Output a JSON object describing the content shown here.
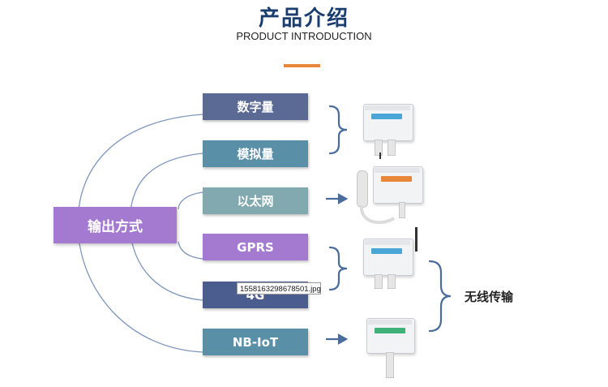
{
  "header": {
    "title": "产品介绍",
    "subtitle": "PRODUCT INTRODUCTION"
  },
  "hub": {
    "label": "输出方式"
  },
  "modes": [
    {
      "label": "数字量",
      "color": "#5a6a95"
    },
    {
      "label": "模拟量",
      "color": "#5a8fa8"
    },
    {
      "label": "以太网",
      "color": "#82a9b0"
    },
    {
      "label": "GPRS",
      "color": "#a47ad0"
    },
    {
      "label": "4G",
      "color": "#4b5d8f"
    },
    {
      "label": "NB-IoT",
      "color": "#5a8fa8"
    }
  ],
  "tooltip": {
    "text": "1558163298678501.jpg"
  },
  "wireless": {
    "label": "无线传输"
  },
  "colors": {
    "accent": "#e8863a",
    "title": "#1a3d6e",
    "connector": "#4a6c9b"
  }
}
